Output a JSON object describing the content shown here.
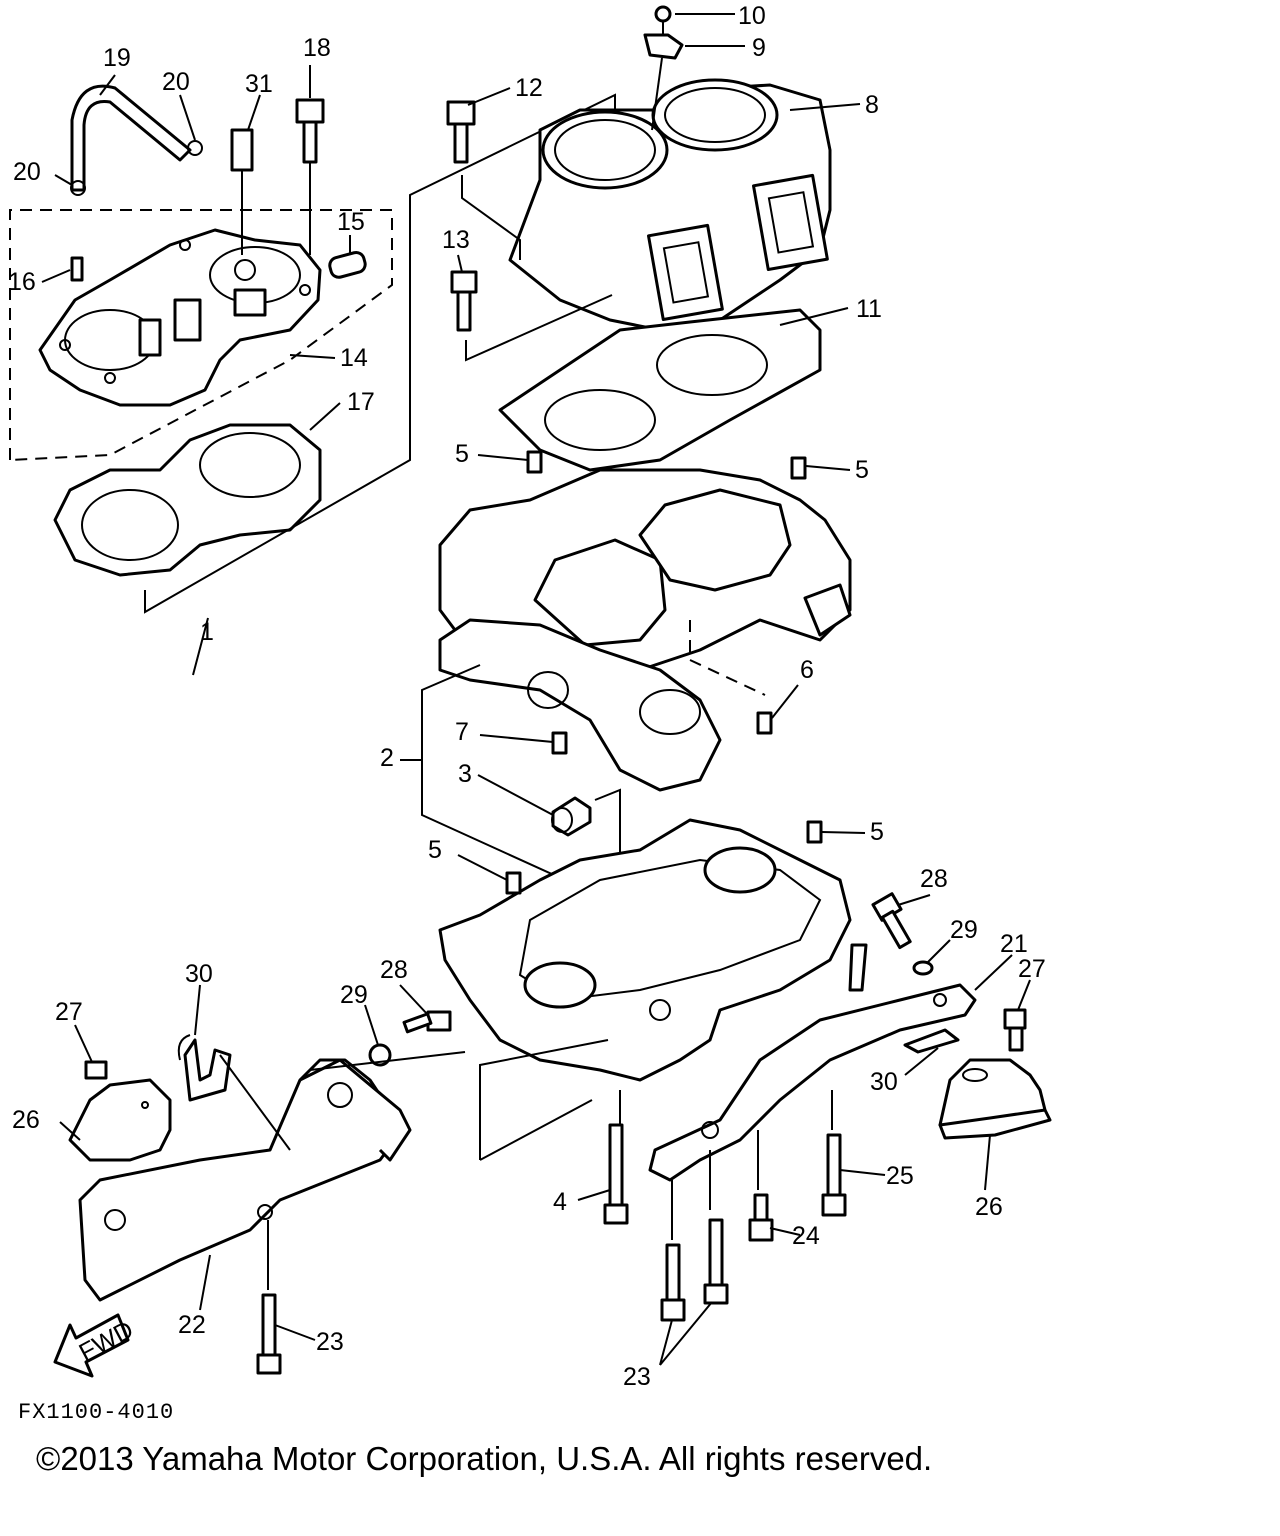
{
  "diagram_code": "FX1100-4010",
  "copyright": "©2013 Yamaha Motor Corporation, U.S.A. All rights reserved.",
  "fwd_label": "FWD",
  "callouts": [
    {
      "id": "c10",
      "label": "10"
    },
    {
      "id": "c9",
      "label": "9"
    },
    {
      "id": "c19",
      "label": "19"
    },
    {
      "id": "c18",
      "label": "18"
    },
    {
      "id": "c20a",
      "label": "20"
    },
    {
      "id": "c31",
      "label": "31"
    },
    {
      "id": "c12",
      "label": "12"
    },
    {
      "id": "c8",
      "label": "8"
    },
    {
      "id": "c20b",
      "label": "20"
    },
    {
      "id": "c15",
      "label": "15"
    },
    {
      "id": "c13",
      "label": "13"
    },
    {
      "id": "c16",
      "label": "16"
    },
    {
      "id": "c11",
      "label": "11"
    },
    {
      "id": "c14",
      "label": "14"
    },
    {
      "id": "c17",
      "label": "17"
    },
    {
      "id": "c5a",
      "label": "5"
    },
    {
      "id": "c5b",
      "label": "5"
    },
    {
      "id": "c1",
      "label": "1"
    },
    {
      "id": "c6",
      "label": "6"
    },
    {
      "id": "c7",
      "label": "7"
    },
    {
      "id": "c2",
      "label": "2"
    },
    {
      "id": "c3",
      "label": "3"
    },
    {
      "id": "c5c",
      "label": "5"
    },
    {
      "id": "c5d",
      "label": "5"
    },
    {
      "id": "c28a",
      "label": "28"
    },
    {
      "id": "c30a",
      "label": "30"
    },
    {
      "id": "c29a",
      "label": "29"
    },
    {
      "id": "c21",
      "label": "21"
    },
    {
      "id": "c28b",
      "label": "28"
    },
    {
      "id": "c27a",
      "label": "27"
    },
    {
      "id": "c29b",
      "label": "29"
    },
    {
      "id": "c27b",
      "label": "27"
    },
    {
      "id": "c26a",
      "label": "26"
    },
    {
      "id": "c30b",
      "label": "30"
    },
    {
      "id": "c25",
      "label": "25"
    },
    {
      "id": "c4",
      "label": "4"
    },
    {
      "id": "c24",
      "label": "24"
    },
    {
      "id": "c26b",
      "label": "26"
    },
    {
      "id": "c22",
      "label": "22"
    },
    {
      "id": "c23a",
      "label": "23"
    },
    {
      "id": "c23b",
      "label": "23"
    }
  ]
}
